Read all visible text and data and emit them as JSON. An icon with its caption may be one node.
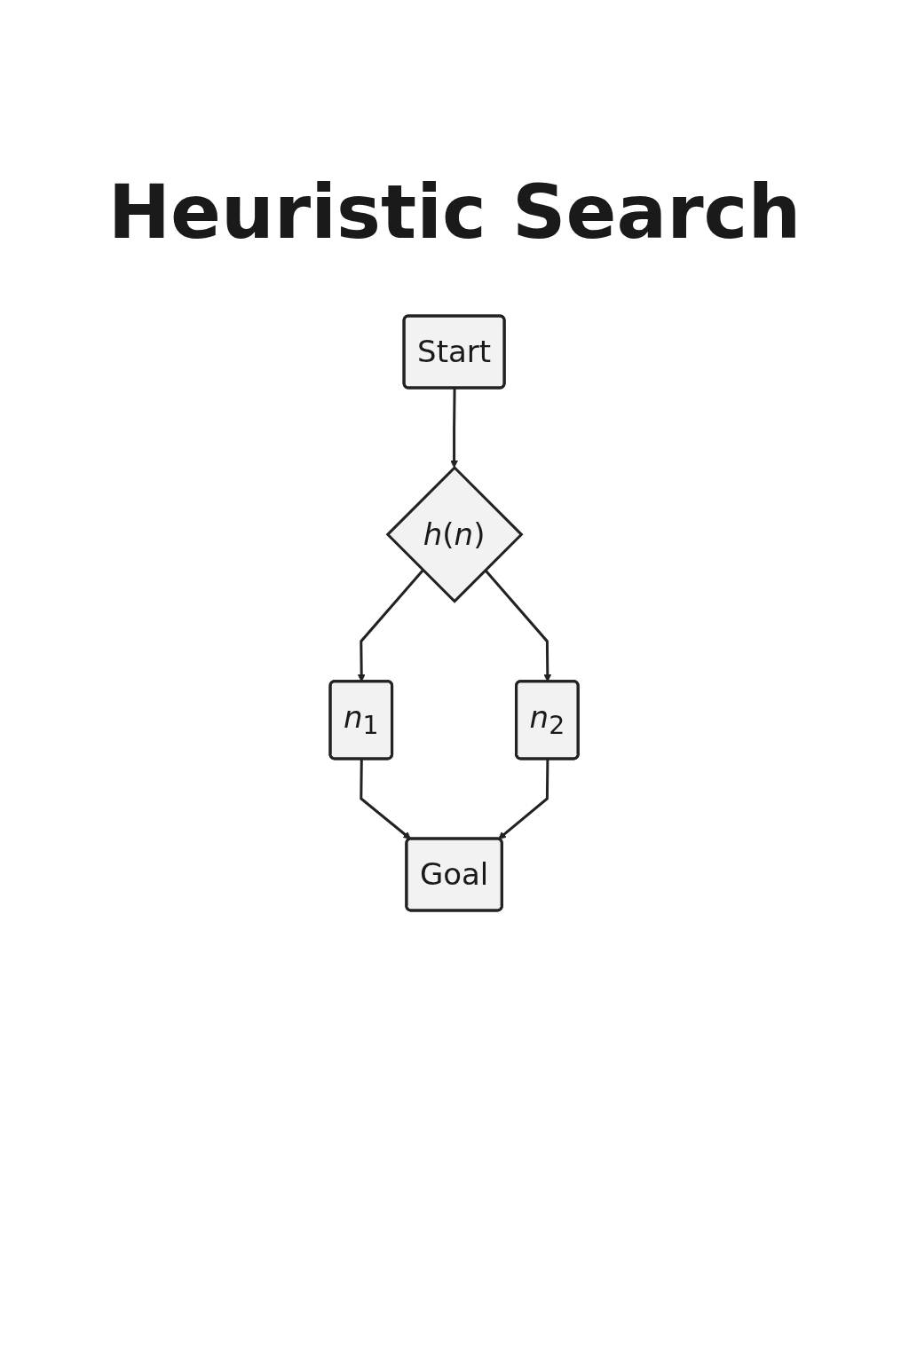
{
  "diagram": {
    "title": "Heuristic Search",
    "nodes": [
      {
        "text": [
          "Start"
        ]
      },
      {
        "text": [
          "*h*(*n*)"
        ]
      },
      {
        "text": [
          "*n*$_{1}$"
        ]
      },
      {
        "text": [
          "*n*$_{2}$"
        ]
      },
      {
        "text": [
          "Goal"
        ]
      }
    ],
    "edges": [
      {
        "from": 0,
        "to": 1,
        "arrow": "to"
      },
      {
        "from": 1,
        "to": 2,
        "arrow": "to"
      },
      {
        "from": 1,
        "to": 3,
        "arrow": "to"
      },
      {
        "from": 2,
        "to": 4,
        "arrow": "to"
      },
      {
        "from": 3,
        "to": 4,
        "arrow": "to"
      }
    ]
  }
}
